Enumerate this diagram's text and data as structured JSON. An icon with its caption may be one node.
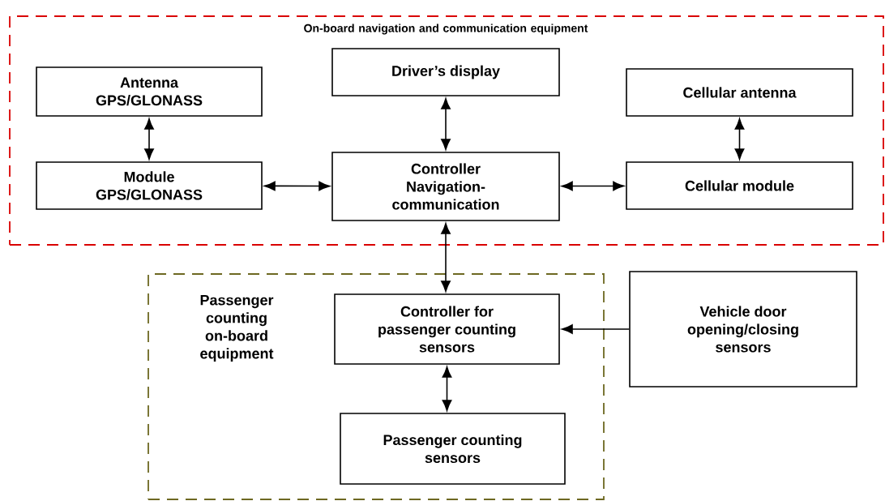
{
  "diagram": {
    "nodes": [
      {
        "text": [
          "On-board navigation and communication equipment"
        ]
      },
      {
        "text": [
          "Antenna GPS/GLONASS"
        ],
        "in": 0
      },
      {
        "text": [
          "Driver’s display"
        ],
        "in": 0
      },
      {
        "text": [
          "Cellular antenna"
        ],
        "in": 0
      },
      {
        "text": [
          "Module GPS/GLONASS"
        ],
        "in": 0
      },
      {
        "text": [
          "Controller Navigation-communication"
        ],
        "in": 0
      },
      {
        "text": [
          "Cellular module"
        ],
        "in": 0
      },
      {
        "text": [
          "Passenger counting on-board equipment"
        ]
      },
      {
        "text": [
          "Controller for passenger counting sensors"
        ],
        "in": 7
      },
      {
        "text": [
          "Passenger counting sensors"
        ],
        "in": 7
      },
      {
        "text": [
          "Vehicle door opening/closing sensors"
        ]
      }
    ],
    "edges": [
      {
        "from": 1,
        "to": 4,
        "arrow": "both"
      },
      {
        "from": 2,
        "to": 5,
        "arrow": "both"
      },
      {
        "from": 3,
        "to": 6,
        "arrow": "both"
      },
      {
        "from": 4,
        "to": 5,
        "arrow": "both"
      },
      {
        "from": 5,
        "to": 6,
        "arrow": "both"
      },
      {
        "from": 5,
        "to": 8,
        "arrow": "both"
      },
      {
        "from": 8,
        "to": 9,
        "arrow": "both"
      },
      {
        "from": 10,
        "to": 8,
        "arrow": "to"
      }
    ]
  }
}
